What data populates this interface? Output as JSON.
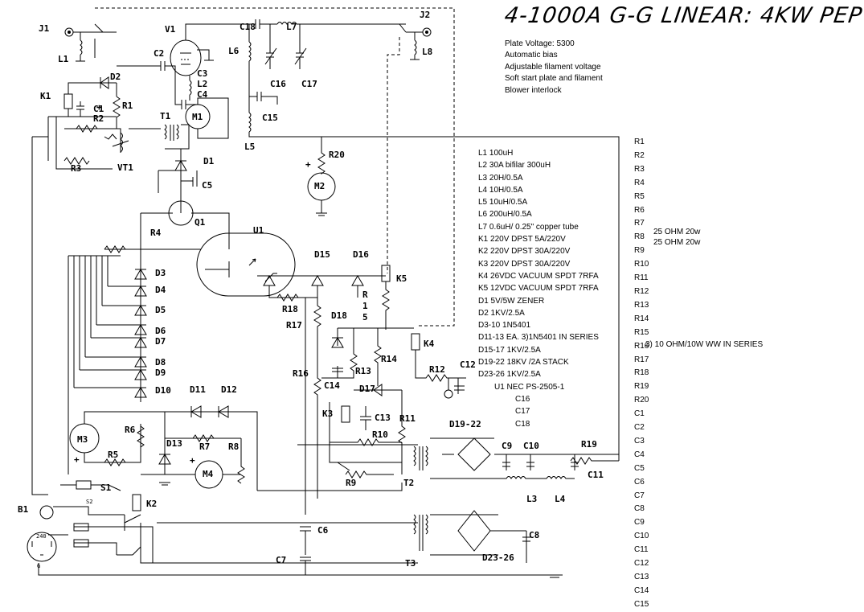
{
  "title": "4-1000A G-G LINEAR: 4KW PEP",
  "notes": [
    "Plate Voltage: 5300",
    "Automatic bias",
    "Adjustable filament voltage",
    "Soft start plate and filament",
    "Blower interlock"
  ],
  "parts_list": [
    "L1 100uH",
    "L2 30A bifilar 300uH",
    "L3 20H/0.5A",
    "L4 10H/0.5A",
    "L5 10uH/0.5A",
    "L6 200uH/0.5A",
    "L7 0.6uH/ 0.25\" copper tube",
    "K1 220V DPST 5A/220V",
    "K2  220V DPST 30A/220V",
    "K3 220V DPST 30A/220V",
    "K4 26VDC VACUUM SPDT 7RFA",
    "K5 12VDC VACUUM SPDT 7RFA",
    "D1 5V/5W ZENER",
    "D2 1KV/2.5A",
    "D3-10  1N5401",
    "D11-13  EA. 3)1N5401 IN SERIES",
    "D15-17 1KV/2.5A",
    "D19-22  18KV /2A STACK",
    "D23-26  1KV/2.5A"
  ],
  "u1_note": "U1 NEC PS-2505-1",
  "cap_list": [
    "C16",
    "C17",
    "C18"
  ],
  "ref_list": [
    "R1",
    "R2",
    "R3",
    "R4",
    "R5",
    "R6",
    "R7",
    "R8",
    "R9",
    "R10",
    "R11",
    "R12",
    "R13",
    "R14",
    "R15",
    "R16",
    "R17",
    "R18",
    "R19",
    "R20",
    "C1",
    "C2",
    "C3",
    "C4",
    "C5",
    "C6",
    "C7",
    "C8",
    "C9",
    "C10",
    "C11",
    "C12",
    "C13",
    "C14",
    "C15"
  ],
  "ref_notes": {
    "r9": "25 OHM 20w",
    "r10": "25 OHM 20w",
    "r19": "3) 10 OHM/10W WW IN SERIES"
  },
  "labels": {
    "J1": "J1",
    "J2": "J2",
    "V1": "V1",
    "C18": "C18",
    "L7": "L7",
    "L1": "L1",
    "C2": "C2",
    "C3": "C3",
    "L2": "L2",
    "C4": "C4",
    "L6": "L6",
    "L8": "L8",
    "C16": "C16",
    "C17": "C17",
    "D2": "D2",
    "K1": "K1",
    "C1": "C1",
    "R1": "R1",
    "R2": "R2",
    "T1": "T1",
    "M1": "M1",
    "C15": "C15",
    "L5": "L5",
    "R3": "R3",
    "VT1": "VT1",
    "D1": "D1",
    "R20": "R20",
    "C5": "C5",
    "M2": "M2",
    "Q1": "Q1",
    "U1": "U1",
    "R4": "R4",
    "D15": "D15",
    "D16": "D16",
    "D3": "D3",
    "D4": "D4",
    "D5": "D5",
    "D6": "D6",
    "D7": "D7",
    "D8": "D8",
    "D9": "D9",
    "D10": "D10",
    "K5": "K5",
    "R15": "R\n1\n5",
    "R18": "R18",
    "R17": "R17",
    "D18": "D18",
    "R14": "R14",
    "K4": "K4",
    "R13": "R13",
    "R16": "R16",
    "R12": "R12",
    "C12": "C12",
    "C14": "C14",
    "D17": "D17",
    "D11": "D11",
    "D12": "D12",
    "K3": "K3",
    "C13": "C13",
    "R11": "R11",
    "D19_22": "D19-22",
    "M3": "M3",
    "R6": "R6",
    "R10": "R10",
    "C9": "C9",
    "C10": "C10",
    "R19": "R19",
    "D13": "D13",
    "R7": "R7",
    "R8": "R8",
    "R5": "R5",
    "M4": "M4",
    "R9": "R9",
    "T2": "T2",
    "C11": "C11",
    "L3": "L3",
    "L4": "L4",
    "S1": "S1",
    "B1": "B1",
    "K2": "K2",
    "C6": "C6",
    "C8": "C8",
    "C7": "C7",
    "T3": "T3",
    "D23_26": "D23-26"
  },
  "small_text": {
    "s1": "S2",
    "v240": "240",
    "g": "G"
  }
}
